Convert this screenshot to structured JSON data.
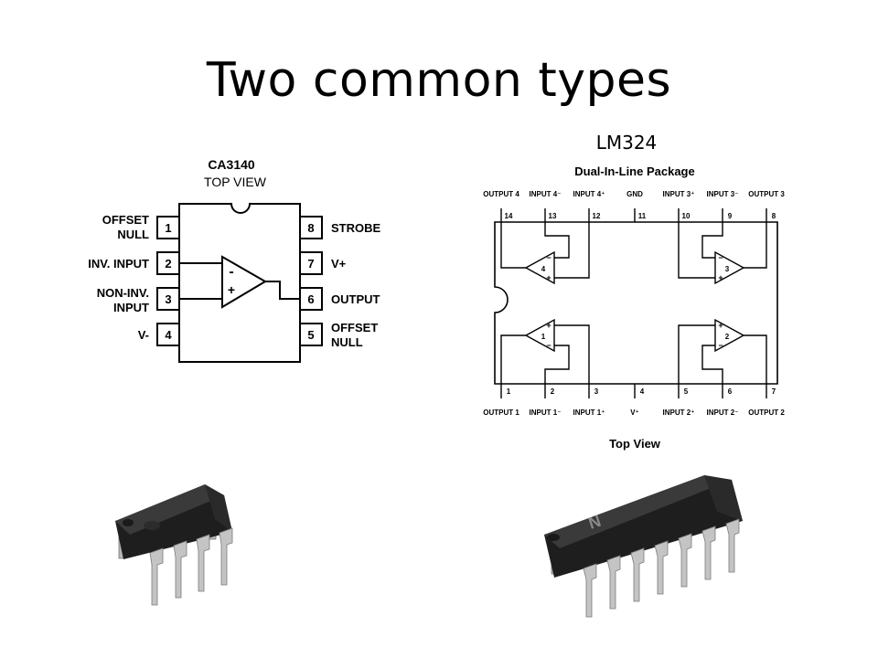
{
  "slide": {
    "title": "Two common types",
    "lm_label": "LM324"
  },
  "ca3140": {
    "name": "CA3140",
    "view": "TOP VIEW",
    "left_pins": [
      {
        "num": "1",
        "label_lines": [
          "OFFSET",
          "NULL"
        ]
      },
      {
        "num": "2",
        "label_lines": [
          "INV. INPUT"
        ]
      },
      {
        "num": "3",
        "label_lines": [
          "NON-INV.",
          "INPUT"
        ]
      },
      {
        "num": "4",
        "label_lines": [
          "V-"
        ]
      }
    ],
    "right_pins": [
      {
        "num": "8",
        "label_lines": [
          "STROBE"
        ]
      },
      {
        "num": "7",
        "label_lines": [
          "V+"
        ]
      },
      {
        "num": "6",
        "label_lines": [
          "OUTPUT"
        ]
      },
      {
        "num": "5",
        "label_lines": [
          "OFFSET",
          "NULL"
        ]
      }
    ],
    "opamp_minus": "-",
    "opamp_plus": "+"
  },
  "lm324": {
    "title": "Dual-In-Line Package",
    "view": "Top View",
    "top_pins": [
      {
        "num": "14",
        "label": "OUTPUT 4"
      },
      {
        "num": "13",
        "label": "INPUT 4⁻"
      },
      {
        "num": "12",
        "label": "INPUT 4⁺"
      },
      {
        "num": "11",
        "label": "GND"
      },
      {
        "num": "10",
        "label": "INPUT 3⁺"
      },
      {
        "num": "9",
        "label": "INPUT 3⁻"
      },
      {
        "num": "8",
        "label": "OUTPUT 3"
      }
    ],
    "bottom_pins": [
      {
        "num": "1",
        "label": "OUTPUT 1"
      },
      {
        "num": "2",
        "label": "INPUT 1⁻"
      },
      {
        "num": "3",
        "label": "INPUT 1⁺"
      },
      {
        "num": "4",
        "label": "V⁺"
      },
      {
        "num": "5",
        "label": "INPUT 2⁺"
      },
      {
        "num": "6",
        "label": "INPUT 2⁻"
      },
      {
        "num": "7",
        "label": "OUTPUT 2"
      }
    ],
    "amp_numbers": [
      "4",
      "3",
      "1",
      "2"
    ],
    "minus_sign": "−",
    "plus_sign": "+"
  },
  "chips": {
    "dip14_logo": "N"
  },
  "colors": {
    "line": "#000000",
    "chip_body": "#2b2b2b",
    "chip_top": "#3a3a3a",
    "pin_metal": "#b8b8b8"
  }
}
